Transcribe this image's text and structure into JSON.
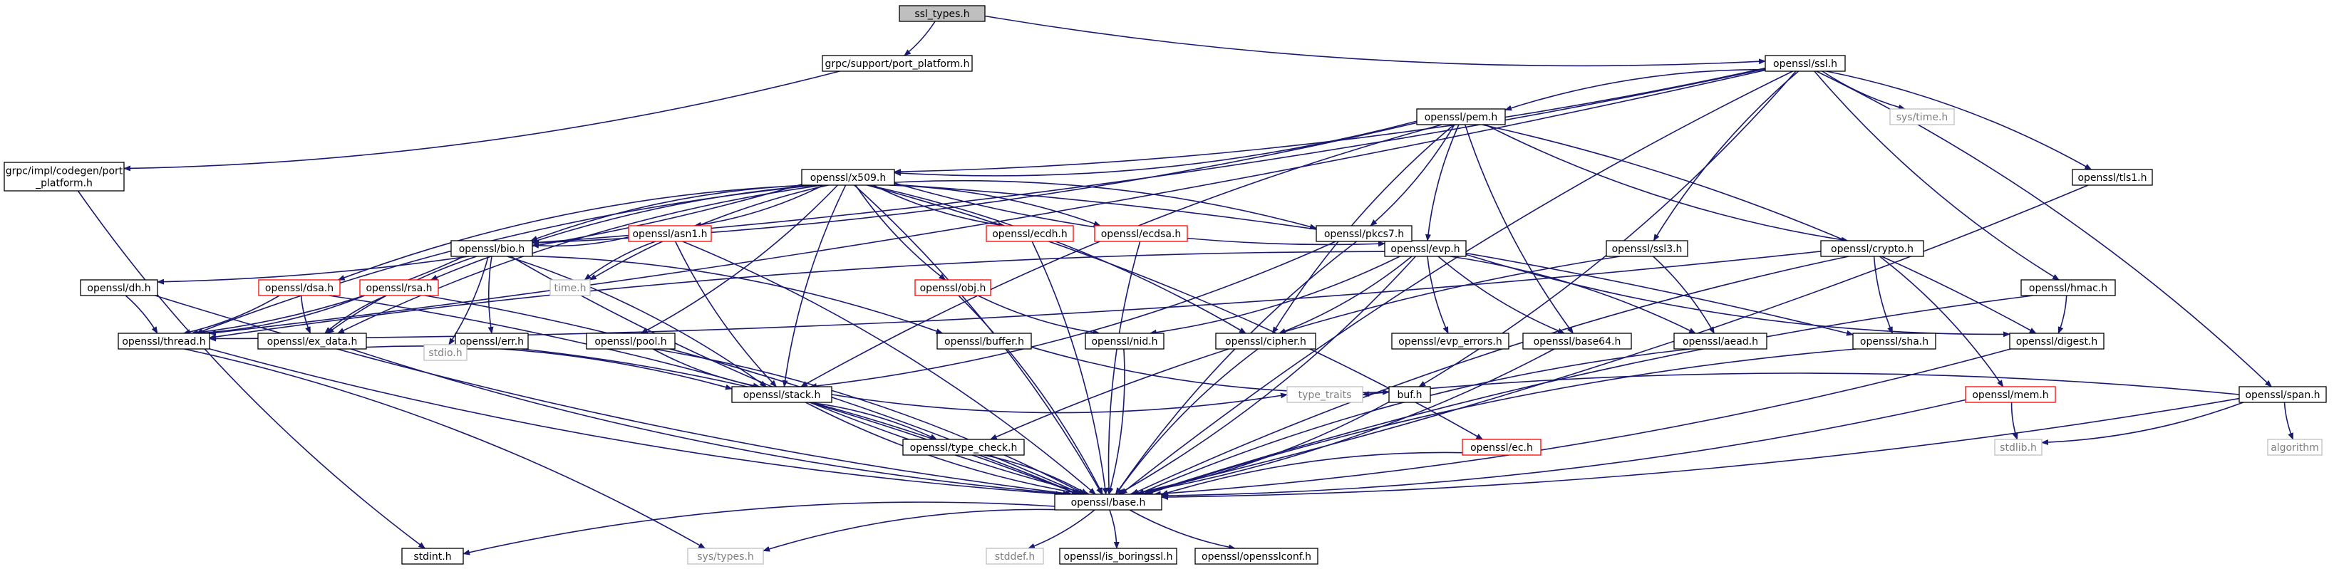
{
  "title": "ssl_types.h",
  "colors": {
    "edge": "#191970",
    "root_fill": "#bfbfbf",
    "normal_border": "#000000",
    "missing_border": "#ff0000",
    "system_border": "#bfbfbf",
    "system_text": "#7f7f7f"
  },
  "nodes": [
    {
      "id": "ssl_types",
      "lines": [
        "ssl_types.h"
      ],
      "kind": "root"
    },
    {
      "id": "port_platform",
      "lines": [
        "grpc/support/port_platform.h"
      ],
      "kind": "normal"
    },
    {
      "id": "openssl_ssl",
      "lines": [
        "openssl/ssl.h"
      ],
      "kind": "normal"
    },
    {
      "id": "codegen_port_platform",
      "lines": [
        "grpc/impl/codegen/port",
        "_platform.h"
      ],
      "kind": "normal"
    },
    {
      "id": "stdint",
      "lines": [
        "stdint.h"
      ],
      "kind": "normal"
    },
    {
      "id": "openssl_thread",
      "lines": [
        "openssl/thread.h"
      ],
      "kind": "normal"
    },
    {
      "id": "openssl_base",
      "lines": [
        "openssl/base.h"
      ],
      "kind": "normal"
    },
    {
      "id": "stddef",
      "lines": [
        "stddef.h"
      ],
      "kind": "system"
    },
    {
      "id": "sys_types",
      "lines": [
        "sys/types.h"
      ],
      "kind": "system"
    },
    {
      "id": "is_boringssl",
      "lines": [
        "openssl/is_boringssl.h"
      ],
      "kind": "normal"
    },
    {
      "id": "opensslconf",
      "lines": [
        "openssl/opensslconf.h"
      ],
      "kind": "normal"
    },
    {
      "id": "openssl_bio",
      "lines": [
        "openssl/bio.h"
      ],
      "kind": "normal"
    },
    {
      "id": "openssl_buffer",
      "lines": [
        "openssl/buffer.h"
      ],
      "kind": "normal"
    },
    {
      "id": "buf",
      "lines": [
        "buf.h"
      ],
      "kind": "normal"
    },
    {
      "id": "openssl_err",
      "lines": [
        "openssl/err.h"
      ],
      "kind": "normal"
    },
    {
      "id": "stdio",
      "lines": [
        "stdio.h"
      ],
      "kind": "system"
    },
    {
      "id": "openssl_ex_data",
      "lines": [
        "openssl/ex_data.h"
      ],
      "kind": "normal"
    },
    {
      "id": "openssl_stack",
      "lines": [
        "openssl/stack.h"
      ],
      "kind": "normal"
    },
    {
      "id": "type_check",
      "lines": [
        "openssl/type_check.h"
      ],
      "kind": "normal"
    },
    {
      "id": "type_traits",
      "lines": [
        "type_traits"
      ],
      "kind": "system"
    },
    {
      "id": "openssl_pem",
      "lines": [
        "openssl/pem.h"
      ],
      "kind": "normal"
    },
    {
      "id": "openssl_base64",
      "lines": [
        "openssl/base64.h"
      ],
      "kind": "normal"
    },
    {
      "id": "openssl_cipher",
      "lines": [
        "openssl/cipher.h"
      ],
      "kind": "normal"
    },
    {
      "id": "openssl_digest",
      "lines": [
        "openssl/digest.h"
      ],
      "kind": "normal"
    },
    {
      "id": "openssl_evp",
      "lines": [
        "openssl/evp.h"
      ],
      "kind": "normal"
    },
    {
      "id": "openssl_aead",
      "lines": [
        "openssl/aead.h"
      ],
      "kind": "normal"
    },
    {
      "id": "evp_errors",
      "lines": [
        "openssl/evp_errors.h"
      ],
      "kind": "normal"
    },
    {
      "id": "openssl_mem",
      "lines": [
        "openssl/mem.h"
      ],
      "kind": "missing"
    },
    {
      "id": "openssl_nid",
      "lines": [
        "openssl/nid.h"
      ],
      "kind": "normal"
    },
    {
      "id": "openssl_pkcs7",
      "lines": [
        "openssl/pkcs7.h"
      ],
      "kind": "normal"
    },
    {
      "id": "openssl_x509",
      "lines": [
        "openssl/x509.h"
      ],
      "kind": "normal"
    },
    {
      "id": "openssl_asn1",
      "lines": [
        "openssl/asn1.h"
      ],
      "kind": "missing"
    },
    {
      "id": "time",
      "lines": [
        "time.h"
      ],
      "kind": "system"
    },
    {
      "id": "openssl_dh",
      "lines": [
        "openssl/dh.h"
      ],
      "kind": "normal"
    },
    {
      "id": "openssl_dsa",
      "lines": [
        "openssl/dsa.h"
      ],
      "kind": "missing"
    },
    {
      "id": "openssl_ec",
      "lines": [
        "openssl/ec.h"
      ],
      "kind": "missing"
    },
    {
      "id": "openssl_ecdh",
      "lines": [
        "openssl/ecdh.h"
      ],
      "kind": "missing"
    },
    {
      "id": "openssl_ecdsa",
      "lines": [
        "openssl/ecdsa.h"
      ],
      "kind": "missing"
    },
    {
      "id": "openssl_obj",
      "lines": [
        "openssl/obj.h"
      ],
      "kind": "missing"
    },
    {
      "id": "openssl_pool",
      "lines": [
        "openssl/pool.h"
      ],
      "kind": "normal"
    },
    {
      "id": "openssl_rsa",
      "lines": [
        "openssl/rsa.h"
      ],
      "kind": "missing"
    },
    {
      "id": "openssl_sha",
      "lines": [
        "openssl/sha.h"
      ],
      "kind": "normal"
    },
    {
      "id": "openssl_crypto",
      "lines": [
        "openssl/crypto.h"
      ],
      "kind": "normal"
    },
    {
      "id": "openssl_hmac",
      "lines": [
        "openssl/hmac.h"
      ],
      "kind": "normal"
    },
    {
      "id": "openssl_span",
      "lines": [
        "openssl/span.h"
      ],
      "kind": "normal"
    },
    {
      "id": "algorithm",
      "lines": [
        "algorithm"
      ],
      "kind": "system"
    },
    {
      "id": "stdlib",
      "lines": [
        "stdlib.h"
      ],
      "kind": "system"
    },
    {
      "id": "openssl_ssl3",
      "lines": [
        "openssl/ssl3.h"
      ],
      "kind": "normal"
    },
    {
      "id": "openssl_tls1",
      "lines": [
        "openssl/tls1.h"
      ],
      "kind": "normal"
    },
    {
      "id": "sys_time",
      "lines": [
        "sys/time.h"
      ],
      "kind": "system"
    }
  ],
  "edges": [
    [
      "ssl_types",
      "port_platform"
    ],
    [
      "ssl_types",
      "openssl_ssl"
    ],
    [
      "port_platform",
      "codegen_port_platform"
    ],
    [
      "codegen_port_platform",
      "stdint"
    ],
    [
      "openssl_ssl",
      "openssl_thread"
    ],
    [
      "openssl_ssl",
      "openssl_base"
    ],
    [
      "openssl_ssl",
      "openssl_bio"
    ],
    [
      "openssl_ssl",
      "openssl_pem"
    ],
    [
      "openssl_ssl",
      "openssl_x509"
    ],
    [
      "openssl_ssl",
      "openssl_hmac"
    ],
    [
      "openssl_ssl",
      "openssl_span"
    ],
    [
      "openssl_ssl",
      "openssl_ssl3"
    ],
    [
      "openssl_ssl",
      "openssl_tls1"
    ],
    [
      "openssl_ssl",
      "sys_time"
    ],
    [
      "openssl_ssl",
      "buf"
    ],
    [
      "openssl_thread",
      "openssl_base"
    ],
    [
      "openssl_thread",
      "sys_types"
    ],
    [
      "openssl_base",
      "stdint"
    ],
    [
      "openssl_base",
      "stddef"
    ],
    [
      "openssl_base",
      "sys_types"
    ],
    [
      "openssl_base",
      "is_boringssl"
    ],
    [
      "openssl_base",
      "opensslconf"
    ],
    [
      "openssl_bio",
      "openssl_thread"
    ],
    [
      "openssl_bio",
      "openssl_base"
    ],
    [
      "openssl_bio",
      "openssl_buffer"
    ],
    [
      "openssl_bio",
      "openssl_err"
    ],
    [
      "openssl_bio",
      "stdio"
    ],
    [
      "openssl_bio",
      "openssl_ex_data"
    ],
    [
      "openssl_bio",
      "openssl_stack"
    ],
    [
      "openssl_buffer",
      "buf"
    ],
    [
      "buf",
      "openssl_base"
    ],
    [
      "openssl_err",
      "stdio"
    ],
    [
      "openssl_err",
      "openssl_base"
    ],
    [
      "openssl_ex_data",
      "openssl_base"
    ],
    [
      "openssl_ex_data",
      "openssl_stack"
    ],
    [
      "openssl_stack",
      "openssl_base"
    ],
    [
      "openssl_stack",
      "type_check"
    ],
    [
      "openssl_stack",
      "type_traits"
    ],
    [
      "type_check",
      "openssl_base"
    ],
    [
      "openssl_pem",
      "openssl_base64"
    ],
    [
      "openssl_pem",
      "openssl_bio"
    ],
    [
      "openssl_pem",
      "openssl_cipher"
    ],
    [
      "openssl_pem",
      "openssl_digest"
    ],
    [
      "openssl_pem",
      "openssl_evp"
    ],
    [
      "openssl_pem",
      "openssl_pkcs7"
    ],
    [
      "openssl_pem",
      "openssl_stack"
    ],
    [
      "openssl_pem",
      "openssl_x509"
    ],
    [
      "openssl_pem",
      "openssl_crypto"
    ],
    [
      "openssl_base64",
      "openssl_base"
    ],
    [
      "openssl_cipher",
      "openssl_base"
    ],
    [
      "openssl_digest",
      "openssl_base"
    ],
    [
      "openssl_evp",
      "openssl_thread"
    ],
    [
      "openssl_evp",
      "openssl_base"
    ],
    [
      "openssl_evp",
      "openssl_base64"
    ],
    [
      "openssl_evp",
      "openssl_cipher"
    ],
    [
      "openssl_evp",
      "openssl_digest"
    ],
    [
      "openssl_evp",
      "openssl_aead"
    ],
    [
      "openssl_evp",
      "evp_errors"
    ],
    [
      "openssl_evp",
      "openssl_nid"
    ],
    [
      "openssl_aead",
      "openssl_base"
    ],
    [
      "openssl_nid",
      "openssl_base"
    ],
    [
      "openssl_pkcs7",
      "openssl_base"
    ],
    [
      "openssl_pkcs7",
      "openssl_stack"
    ],
    [
      "openssl_x509",
      "openssl_thread"
    ],
    [
      "openssl_x509",
      "openssl_base"
    ],
    [
      "openssl_x509",
      "openssl_bio"
    ],
    [
      "openssl_x509",
      "openssl_cipher"
    ],
    [
      "openssl_x509",
      "openssl_evp"
    ],
    [
      "openssl_x509",
      "openssl_pkcs7"
    ],
    [
      "openssl_x509",
      "openssl_stack"
    ],
    [
      "openssl_x509",
      "openssl_asn1"
    ],
    [
      "openssl_x509",
      "time"
    ],
    [
      "openssl_x509",
      "openssl_dh"
    ],
    [
      "openssl_x509",
      "openssl_dsa"
    ],
    [
      "openssl_x509",
      "openssl_ec"
    ],
    [
      "openssl_x509",
      "openssl_ecdh"
    ],
    [
      "openssl_x509",
      "openssl_ecdsa"
    ],
    [
      "openssl_x509",
      "openssl_obj"
    ],
    [
      "openssl_x509",
      "openssl_pool"
    ],
    [
      "openssl_x509",
      "openssl_rsa"
    ],
    [
      "openssl_x509",
      "openssl_sha"
    ],
    [
      "openssl_x509",
      "openssl_ex_data"
    ],
    [
      "openssl_asn1",
      "openssl_base"
    ],
    [
      "openssl_asn1",
      "time"
    ],
    [
      "openssl_asn1",
      "openssl_bio"
    ],
    [
      "openssl_asn1",
      "openssl_stack"
    ],
    [
      "openssl_dh",
      "openssl_thread"
    ],
    [
      "openssl_dh",
      "openssl_base"
    ],
    [
      "openssl_dsa",
      "openssl_thread"
    ],
    [
      "openssl_dsa",
      "openssl_ex_data"
    ],
    [
      "openssl_dsa",
      "openssl_base"
    ],
    [
      "openssl_ec",
      "openssl_base"
    ],
    [
      "openssl_ecdh",
      "openssl_base"
    ],
    [
      "openssl_ecdsa",
      "openssl_base"
    ],
    [
      "openssl_obj",
      "openssl_base"
    ],
    [
      "openssl_obj",
      "openssl_nid"
    ],
    [
      "openssl_pool",
      "openssl_base"
    ],
    [
      "openssl_pool",
      "openssl_stack"
    ],
    [
      "openssl_rsa",
      "openssl_thread"
    ],
    [
      "openssl_rsa",
      "openssl_ex_data"
    ],
    [
      "openssl_rsa",
      "openssl_base"
    ],
    [
      "openssl_sha",
      "openssl_base"
    ],
    [
      "openssl_crypto",
      "openssl_thread"
    ],
    [
      "openssl_crypto",
      "openssl_base"
    ],
    [
      "openssl_crypto",
      "openssl_mem"
    ],
    [
      "openssl_crypto",
      "openssl_sha"
    ],
    [
      "openssl_mem",
      "openssl_base"
    ],
    [
      "openssl_mem",
      "stdlib"
    ],
    [
      "openssl_hmac",
      "openssl_digest"
    ],
    [
      "openssl_hmac",
      "openssl_base"
    ],
    [
      "openssl_span",
      "openssl_base"
    ],
    [
      "openssl_span",
      "algorithm"
    ],
    [
      "openssl_span",
      "stdlib"
    ],
    [
      "openssl_span",
      "type_traits"
    ],
    [
      "openssl_ssl3",
      "openssl_aead"
    ],
    [
      "openssl_ssl3",
      "type_check"
    ],
    [
      "openssl_tls1",
      "openssl_base"
    ]
  ]
}
